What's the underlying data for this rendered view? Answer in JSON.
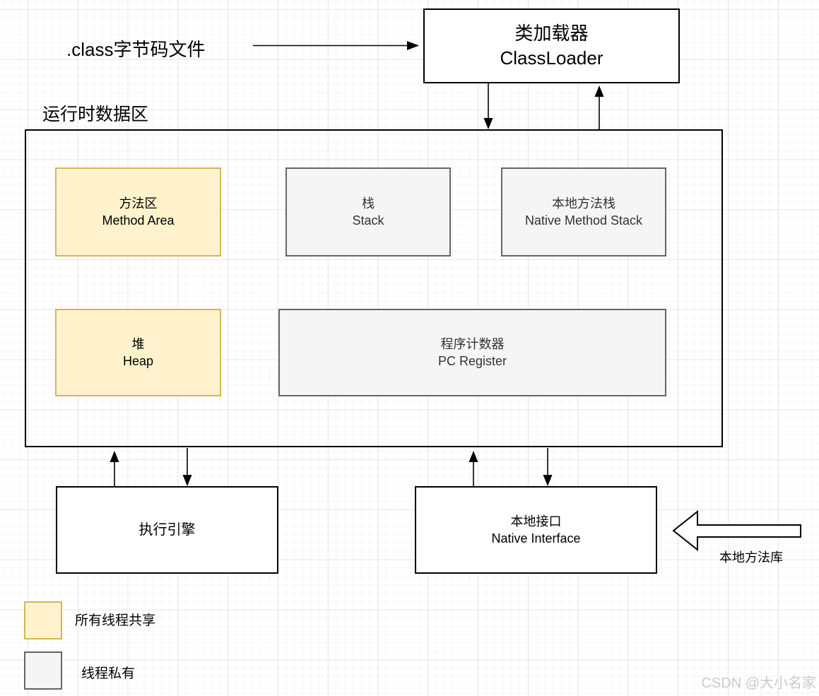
{
  "top": {
    "class_file_label": ".class字节码文件",
    "class_loader": {
      "zh": "类加载器",
      "en": "ClassLoader"
    }
  },
  "runtime_area": {
    "title": "运行时数据区",
    "method_area": {
      "zh": "方法区",
      "en": "Method Area"
    },
    "stack": {
      "zh": "栈",
      "en": "Stack"
    },
    "native_method_stack": {
      "zh": "本地方法栈",
      "en": "Native Method Stack"
    },
    "heap": {
      "zh": "堆",
      "en": "Heap"
    },
    "pc_register": {
      "zh": "程序计数器",
      "en": "PC Register"
    }
  },
  "bottom": {
    "execution_engine_label": "执行引擎",
    "native_interface": {
      "zh": "本地接口",
      "en": "Native Interface"
    },
    "native_method_library_label": "本地方法库"
  },
  "legend": {
    "items": [
      {
        "key": "all-threads-shared",
        "label": "所有线程共享",
        "swatch_fill": "#FFF2CC",
        "swatch_border": "#D6B656"
      },
      {
        "key": "thread-private",
        "label": "线程私有",
        "swatch_fill": "#F5F5F5",
        "swatch_border": "#666666"
      }
    ]
  },
  "watermark": "CSDN @大小名家",
  "colors": {
    "shared_fill": "#FFF2CC",
    "shared_border": "#D6B656",
    "private_fill": "#F5F5F5",
    "private_border": "#666666",
    "plain_box_border": "#000000",
    "connector": "#000000",
    "grid_minor": "#F5F5F5",
    "grid_major": "#E8E8E8",
    "watermark_text": "#CBCBCB"
  }
}
